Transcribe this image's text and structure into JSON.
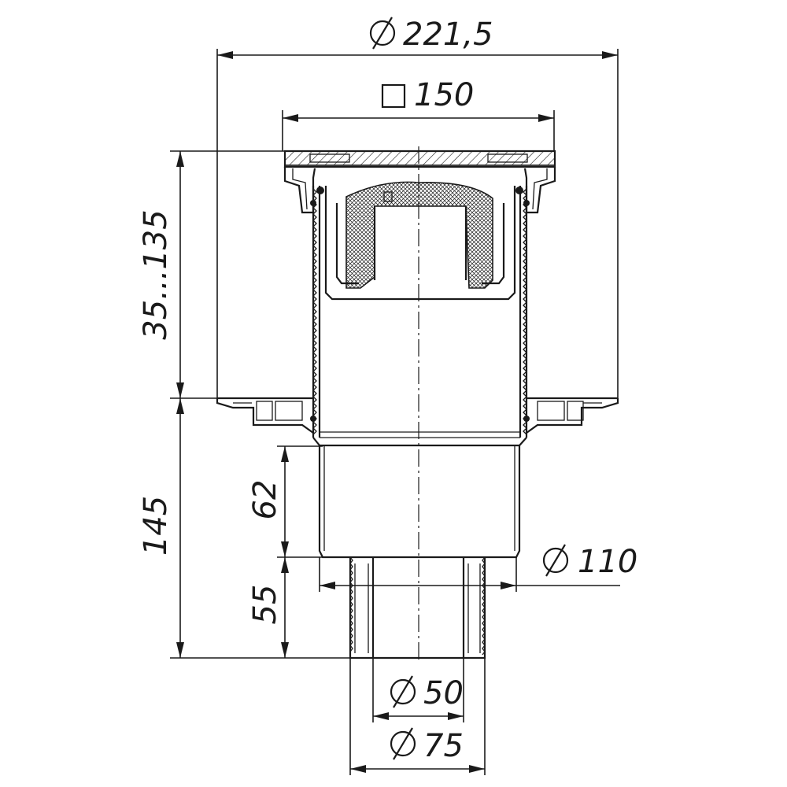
{
  "dimensions": {
    "outer_diameter": "221,5",
    "grate_size": "150",
    "height_adjust": "35...135",
    "body_height": "145",
    "socket_upper": "62",
    "socket_lower": "55",
    "socket_diameter": "110",
    "inner_outlet_diameter": "50",
    "outer_outlet_diameter": "75"
  },
  "symbols": {
    "diameter": "⌀",
    "square": "□"
  }
}
